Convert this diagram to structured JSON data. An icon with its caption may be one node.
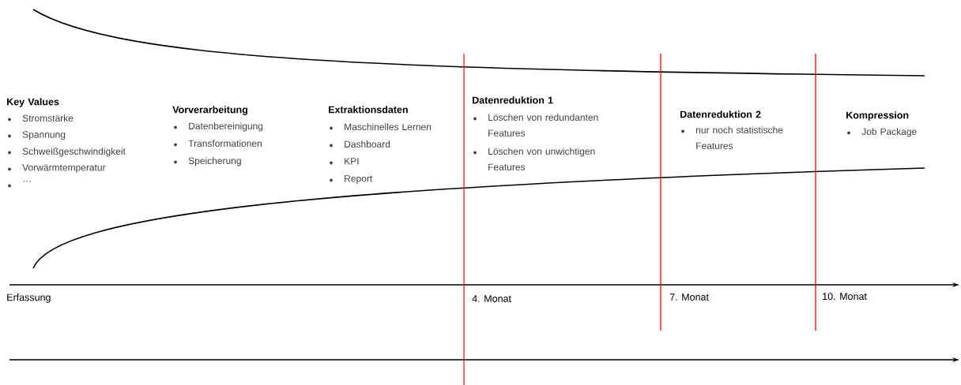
{
  "diagram": {
    "labels": [
      "Key Values",
      "Stromstärke",
      "Spannung",
      "Schweißgeschwindigkeit",
      "Vorwärmtemperatur",
      "…",
      "Vorverarbeitung",
      "Datenbereinigung",
      "Transformationen",
      "Speicherung",
      "Extraktionsdaten",
      "Maschinelles Lernen",
      "Dashboard",
      "KPI",
      "Report",
      "Datenreduktion 1",
      "Löschen von redundanten Features",
      "Löschen von unwichtigen Features",
      "Datenreduktion 2",
      "nur noch statistische Features",
      "Kompression",
      "Job Package",
      "Erfassung",
      "4. Monat",
      "7. Monat",
      "10. Monat"
    ]
  }
}
